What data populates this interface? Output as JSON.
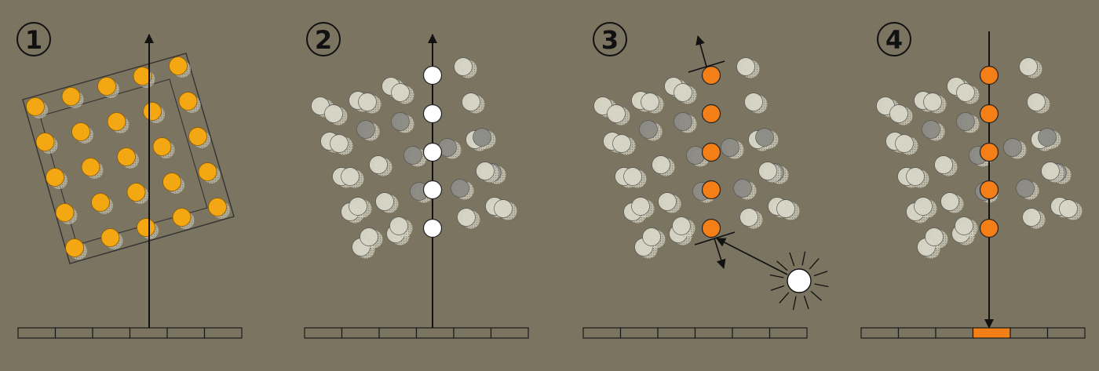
{
  "background": "#7b7461",
  "colors": {
    "amber": "#f3a712",
    "orange": "#f57f17",
    "white": "#ffffff",
    "ghost": "#d8d6c6",
    "ghost_dark": "#8c8c86",
    "stroke": "#1c1c1c"
  },
  "steps": [
    {
      "label": "1",
      "description_icon": "rotated-voxel-grid"
    },
    {
      "label": "2",
      "description_icon": "ray-sample-points"
    },
    {
      "label": "3",
      "description_icon": "shading-with-light-source"
    },
    {
      "label": "4",
      "description_icon": "pixel-composite"
    }
  ],
  "samples_per_ray": 5,
  "pixels_per_strip": 6,
  "highlighted_pixel_index": 3,
  "icons": [
    "arrow-icon",
    "light-source-icon",
    "pixel-strip"
  ]
}
